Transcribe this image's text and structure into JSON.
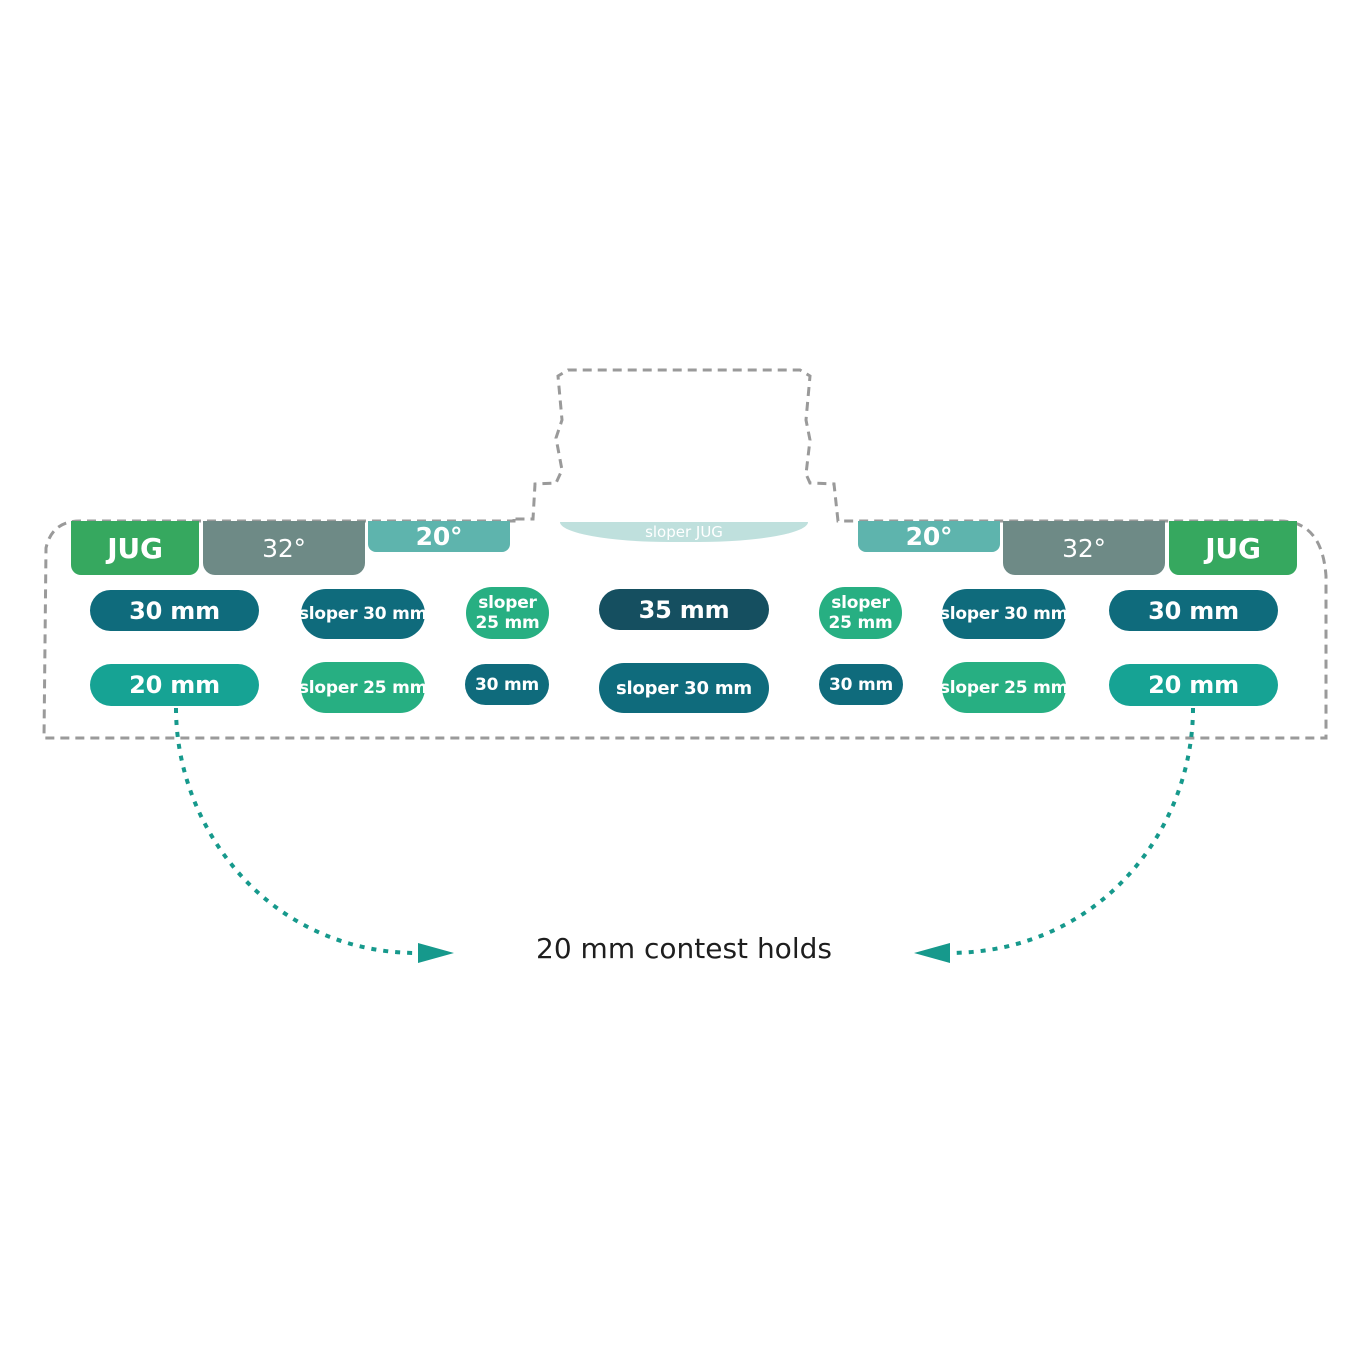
{
  "top_tabs": {
    "left": {
      "jug": "JUG",
      "angle32": "32°",
      "angle20": "20°"
    },
    "center": "sloper JUG",
    "right": {
      "angle20": "20°",
      "angle32": "32°",
      "jug": "JUG"
    }
  },
  "row1": {
    "left_30mm": "30 mm",
    "left_sloper30": "sloper 30 mm",
    "left_sloper25_line1": "sloper",
    "left_sloper25_line2": "25 mm",
    "center_35mm": "35 mm",
    "right_sloper25_line1": "sloper",
    "right_sloper25_line2": "25 mm",
    "right_sloper30": "sloper 30 mm",
    "right_30mm": "30 mm"
  },
  "row2": {
    "left_20mm": "20 mm",
    "left_sloper25": "sloper 25 mm",
    "left_30mm": "30 mm",
    "center_sloper30": "sloper 30 mm",
    "right_30mm": "30 mm",
    "right_sloper25": "sloper 25 mm",
    "right_20mm": "20 mm"
  },
  "caption": "20 mm contest holds",
  "colors": {
    "jug_green": "#36a85f",
    "grey": "#6e8a86",
    "light_teal": "#5eb4ad",
    "dark_teal": "#0f6b7c",
    "navy": "#154f60",
    "mid_teal": "#16a394",
    "jade": "#27af82",
    "arrow": "#16998c",
    "outline": "#9a9a9a"
  }
}
